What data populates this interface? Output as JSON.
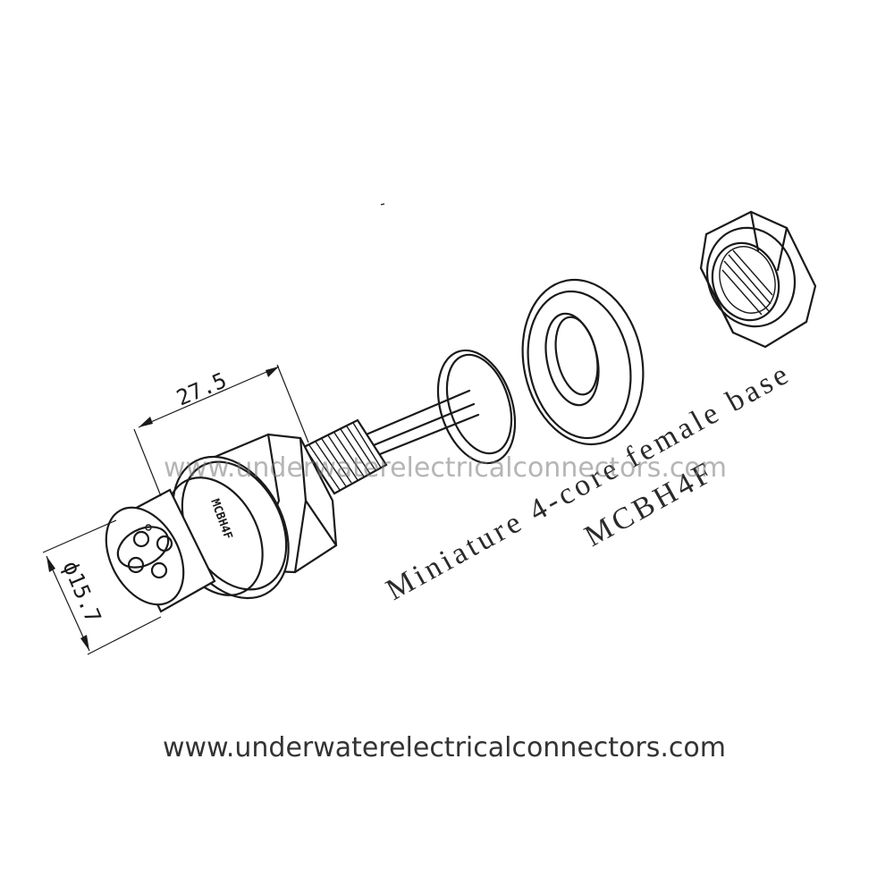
{
  "diagram": {
    "dimension_length": "27.5",
    "dimension_diameter": "ϕ15.7",
    "caption_line1": "Miniature 4-core female base",
    "caption_line2": "MCBH4F",
    "watermark": "www.underwaterelectricalconnectors.com",
    "footer_url": "www.underwaterelectricalconnectors.com",
    "body_marking": "MCBH4F"
  }
}
